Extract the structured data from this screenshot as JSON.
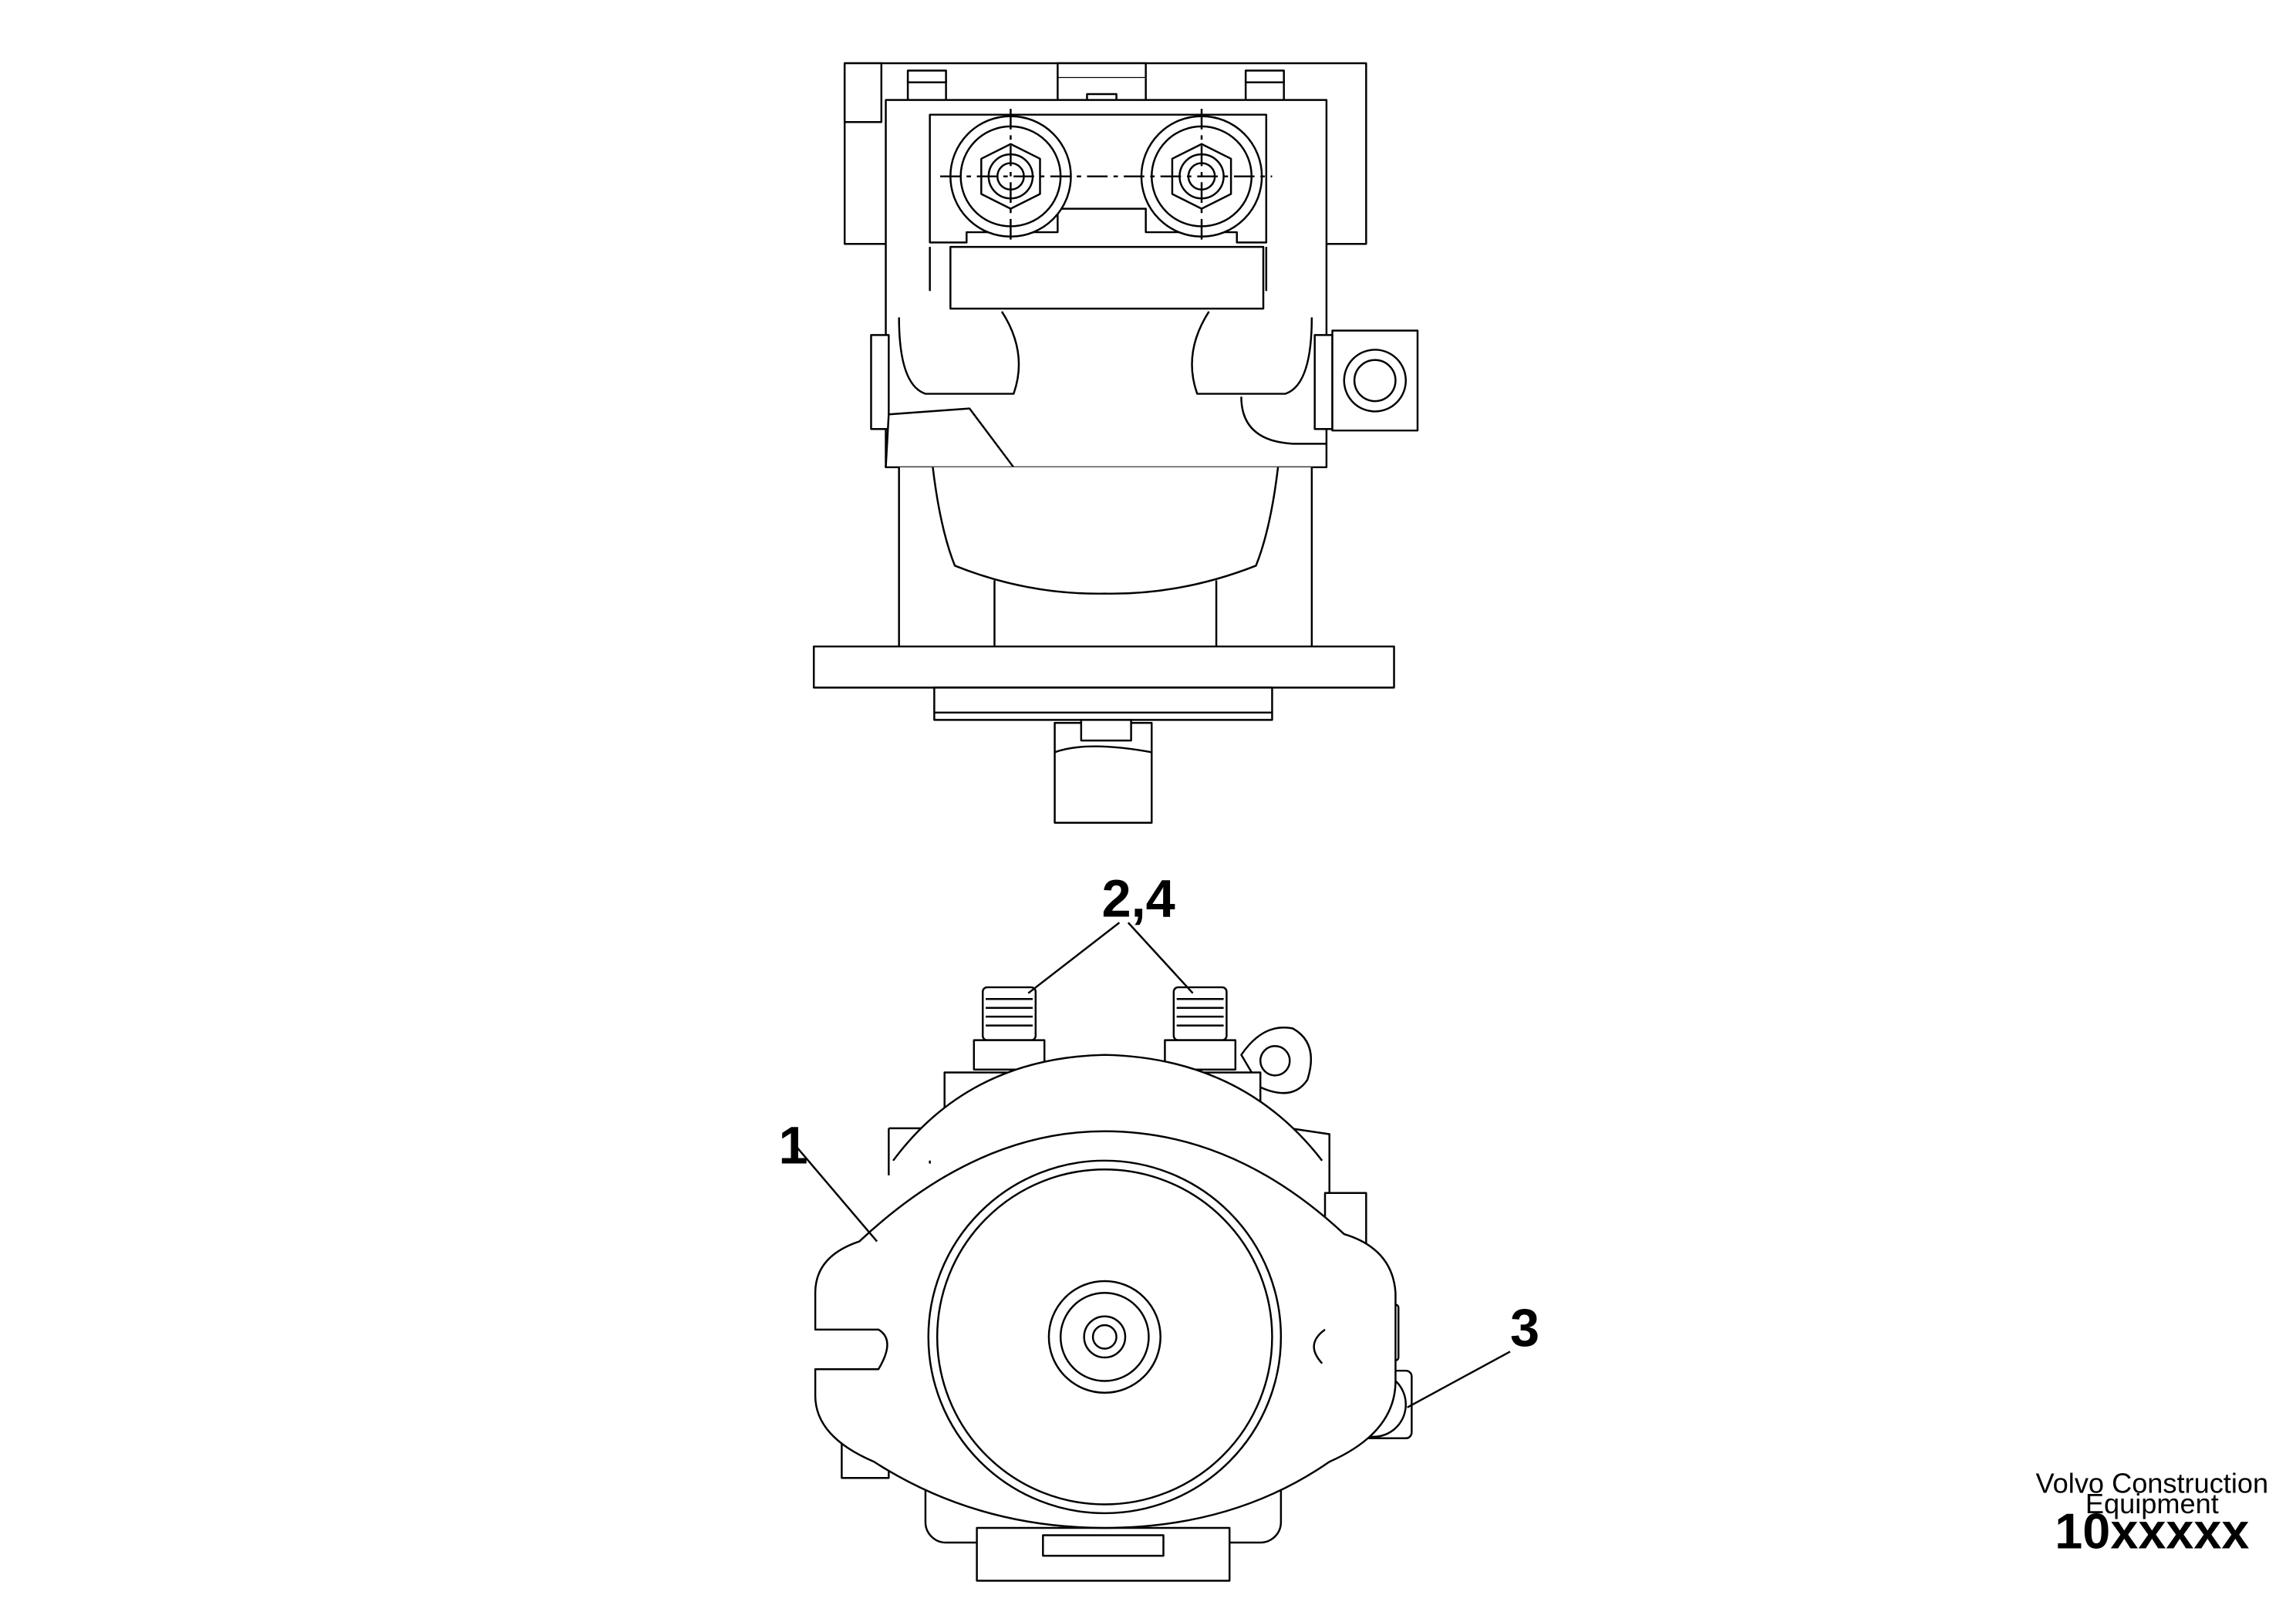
{
  "callouts": {
    "item_1": "1",
    "item_2_4": "2,4",
    "item_3": "3"
  },
  "title_block": {
    "company_line1": "Volvo Construction",
    "company_line2": "Equipment",
    "drawing_number": "10xxxxx"
  }
}
